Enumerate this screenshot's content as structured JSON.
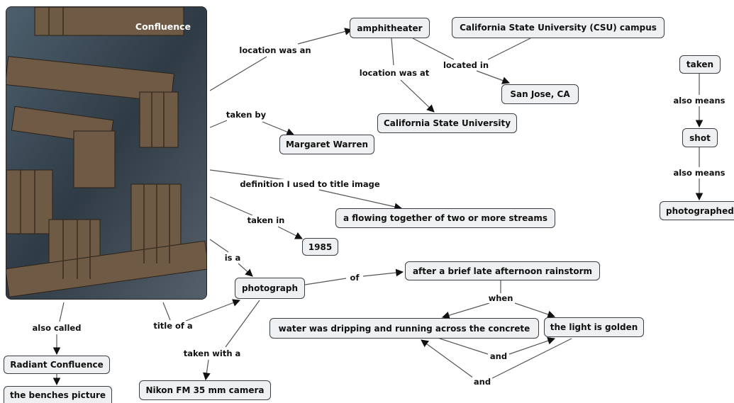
{
  "photo": {
    "title": "Confluence"
  },
  "nodes": {
    "amphitheater": "amphitheater",
    "csu_campus": "California State University (CSU) campus",
    "san_jose": "San Jose, CA",
    "csu": "California State University",
    "margaret": "Margaret Warren",
    "flowing": "a flowing together of two or more streams",
    "year": "1985",
    "photograph": "photograph",
    "rainstorm": "after a brief late afternoon rainstorm",
    "water": "water was dripping and running across the concrete",
    "light": "the light is golden",
    "radiant": "Radiant Confluence",
    "benches": "the benches picture",
    "nikon": "Nikon FM 35 mm camera",
    "taken": "taken",
    "shot": "shot",
    "photographed": "photographed"
  },
  "links": {
    "location_was_an": "location was an",
    "location_was_at": "location was at",
    "located_in": "located in",
    "taken_by": "taken by",
    "definition": "definition I used to title image",
    "taken_in": "taken in",
    "is_a": "is a",
    "of": "of",
    "when": "when",
    "and_upper": "and",
    "and_lower": "and",
    "also_called": "also called",
    "title_of_a": "title of a",
    "taken_with_a": "taken with a",
    "also_means_1": "also means",
    "also_means_2": "also means"
  }
}
